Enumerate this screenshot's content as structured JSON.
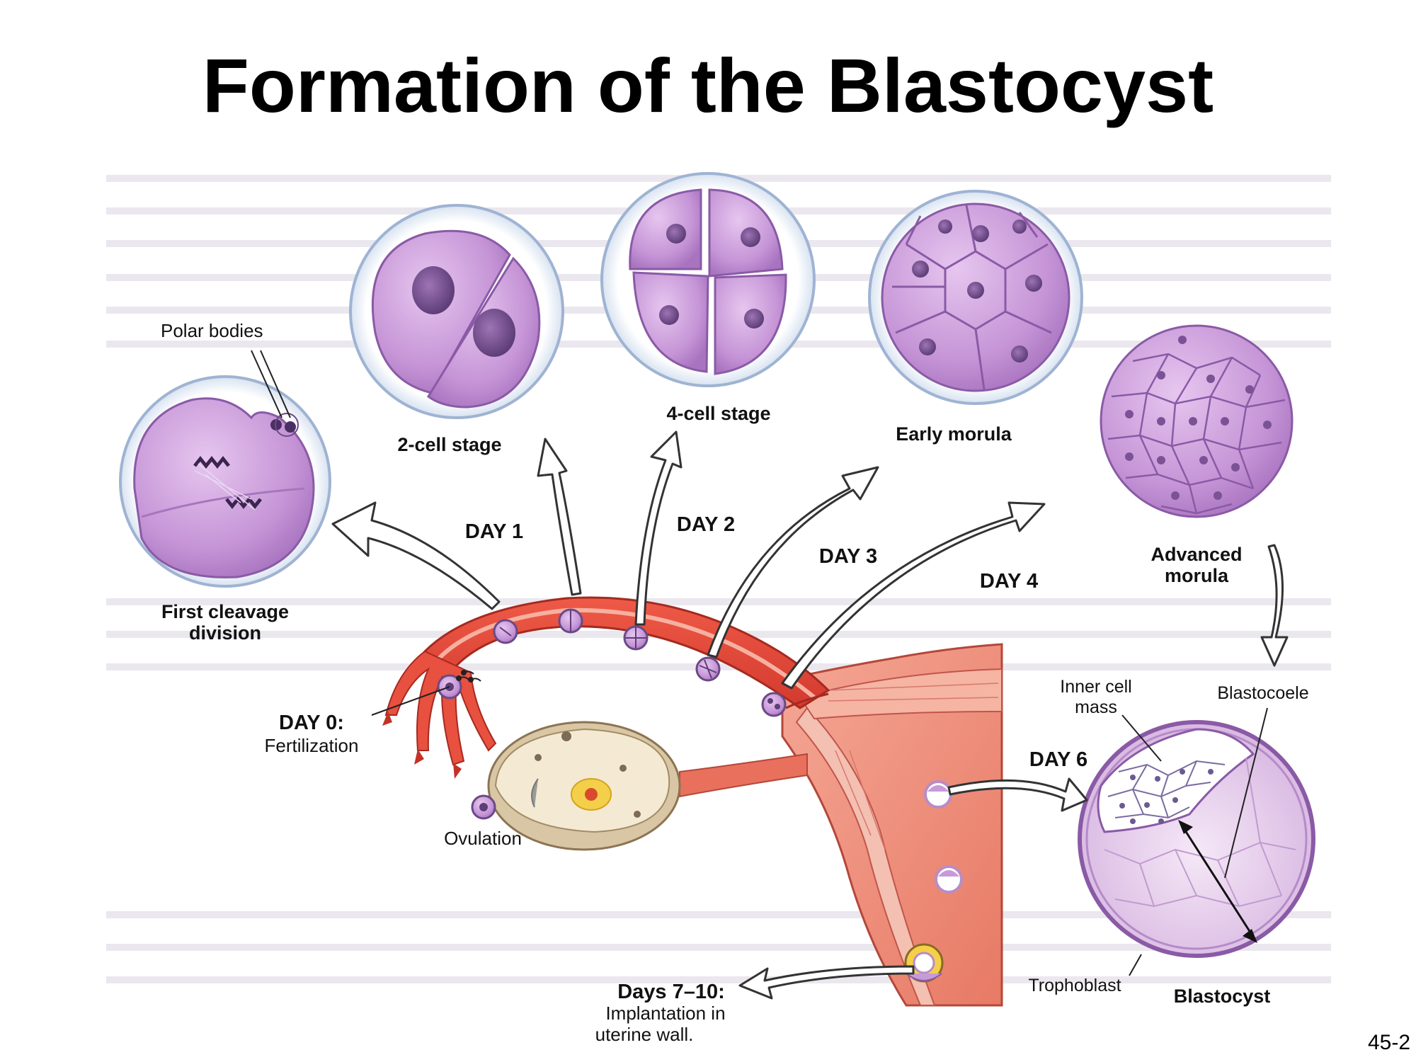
{
  "title": "Formation of the Blastocyst",
  "page_number": "45-2",
  "labels": {
    "polar_bodies": "Polar bodies",
    "first_cleavage_1": "First cleavage",
    "first_cleavage_2": "division",
    "two_cell": "2-cell stage",
    "four_cell": "4-cell stage",
    "early_morula": "Early morula",
    "advanced_morula_1": "Advanced",
    "advanced_morula_2": "morula",
    "day1": "DAY 1",
    "day2": "DAY 2",
    "day3": "DAY 3",
    "day4": "DAY 4",
    "day0": "DAY 0:",
    "fertilization": "Fertilization",
    "ovulation": "Ovulation",
    "day6": "DAY 6",
    "inner_cell_mass_1": "Inner cell",
    "inner_cell_mass_2": "mass",
    "blastocoele": "Blastocoele",
    "trophoblast": "Trophoblast",
    "blastocyst": "Blastocyst",
    "days710": "Days 7–10:",
    "implantation_1": "Implantation in",
    "implantation_2": "uterine wall."
  },
  "colors": {
    "cell_fill": "#c79ad8",
    "cell_dark": "#8f5fae",
    "zona": "#e8eef7",
    "tube": "#e8443a",
    "tube_dark": "#c02a22",
    "uterus": "#f08a78",
    "ovary": "#efe3c6"
  }
}
